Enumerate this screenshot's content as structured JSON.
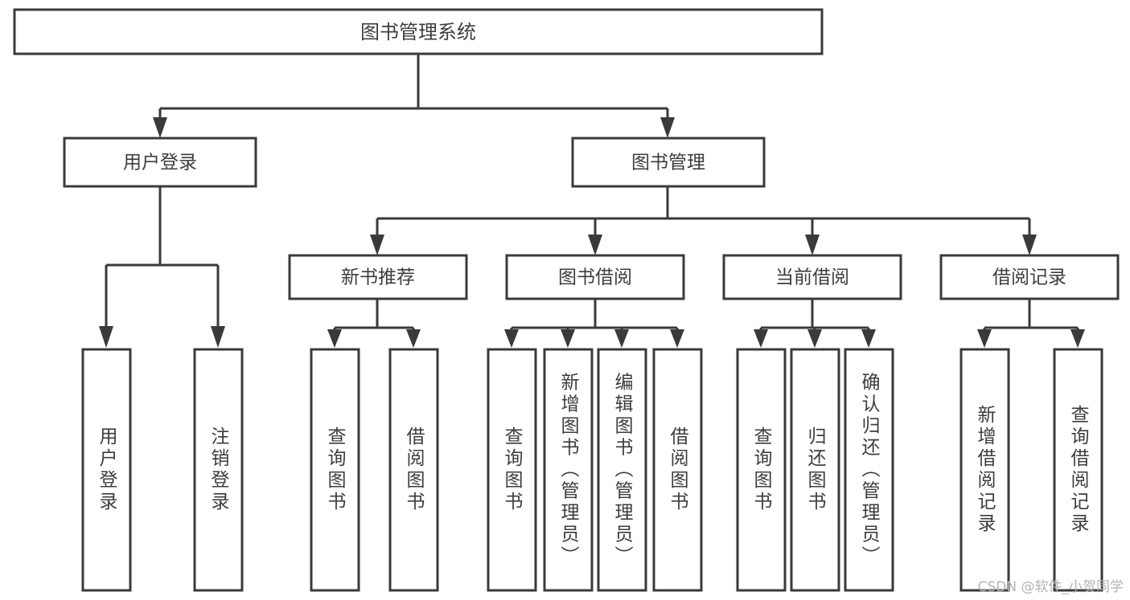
{
  "diagram": {
    "type": "tree-hierarchy",
    "title": "图书管理系统",
    "root": {
      "id": "root",
      "label": "图书管理系统",
      "orientation": "horizontal"
    },
    "level2": [
      {
        "id": "user-login",
        "label": "用户登录",
        "orientation": "horizontal"
      },
      {
        "id": "book-manage",
        "label": "图书管理",
        "orientation": "horizontal"
      }
    ],
    "level3": [
      {
        "id": "new-book-recommend",
        "label": "新书推荐",
        "orientation": "horizontal",
        "parent": "book-manage"
      },
      {
        "id": "book-borrow",
        "label": "图书借阅",
        "orientation": "horizontal",
        "parent": "book-manage"
      },
      {
        "id": "current-borrow",
        "label": "当前借阅",
        "orientation": "horizontal",
        "parent": "book-manage"
      },
      {
        "id": "borrow-record",
        "label": "借阅记录",
        "orientation": "horizontal",
        "parent": "book-manage"
      }
    ],
    "leaves": {
      "user_login": [
        {
          "id": "leaf-user-login",
          "label": "用户登录",
          "orientation": "vertical"
        },
        {
          "id": "leaf-logout",
          "label": "注销登录",
          "orientation": "vertical"
        }
      ],
      "new_book_recommend": [
        {
          "id": "leaf-query-book-1",
          "label": "查询图书",
          "orientation": "vertical"
        },
        {
          "id": "leaf-borrow-book-1",
          "label": "借阅图书",
          "orientation": "vertical"
        }
      ],
      "book_borrow": [
        {
          "id": "leaf-query-book-2",
          "label": "查询图书",
          "orientation": "vertical"
        },
        {
          "id": "leaf-add-book",
          "label": "新增图书（管理员）",
          "orientation": "vertical"
        },
        {
          "id": "leaf-edit-book",
          "label": "编辑图书（管理员）",
          "orientation": "vertical"
        },
        {
          "id": "leaf-borrow-book-2",
          "label": "借阅图书",
          "orientation": "vertical"
        }
      ],
      "current_borrow": [
        {
          "id": "leaf-query-book-3",
          "label": "查询图书",
          "orientation": "vertical"
        },
        {
          "id": "leaf-return-book",
          "label": "归还图书",
          "orientation": "vertical"
        },
        {
          "id": "leaf-confirm-return",
          "label": "确认归还（管理员）",
          "orientation": "vertical"
        }
      ],
      "borrow_record": [
        {
          "id": "leaf-add-record",
          "label": "新增借阅记录",
          "orientation": "vertical"
        },
        {
          "id": "leaf-query-record",
          "label": "查询借阅记录",
          "orientation": "vertical"
        }
      ]
    },
    "colors": {
      "stroke": "#3a3a3a",
      "fill": "#ffffff",
      "text": "#3d3d3d",
      "watermark": "#b3b3b3"
    }
  },
  "watermark": {
    "text": "CSDN @软件_小贺同学"
  }
}
